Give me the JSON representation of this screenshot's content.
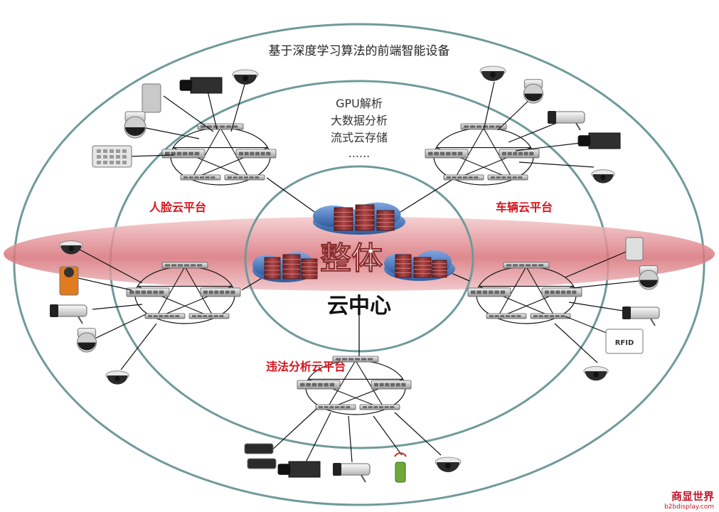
{
  "outer_ring": {
    "title": "基于深度学习算法的前端智能设备"
  },
  "middle_ring": {
    "lines": [
      "GPU解析",
      "大数据分析",
      "流式云存储",
      "......"
    ]
  },
  "platforms": {
    "face": "人脸云平台",
    "vehicle": "车辆云平台",
    "violation": "违法分析云平台"
  },
  "center": {
    "overall": "整体",
    "cloud_center": "云中心"
  },
  "devices": {
    "rfid_label": "RFID"
  },
  "watermark": {
    "main": "商显世界",
    "sub": "b2bdisplay.com"
  },
  "colors": {
    "ring": "#6f9a9a",
    "band": "#c8454f",
    "platform_text": "#d6141c",
    "server": "#8a2b2b",
    "cloud": "#3f6fb5"
  }
}
